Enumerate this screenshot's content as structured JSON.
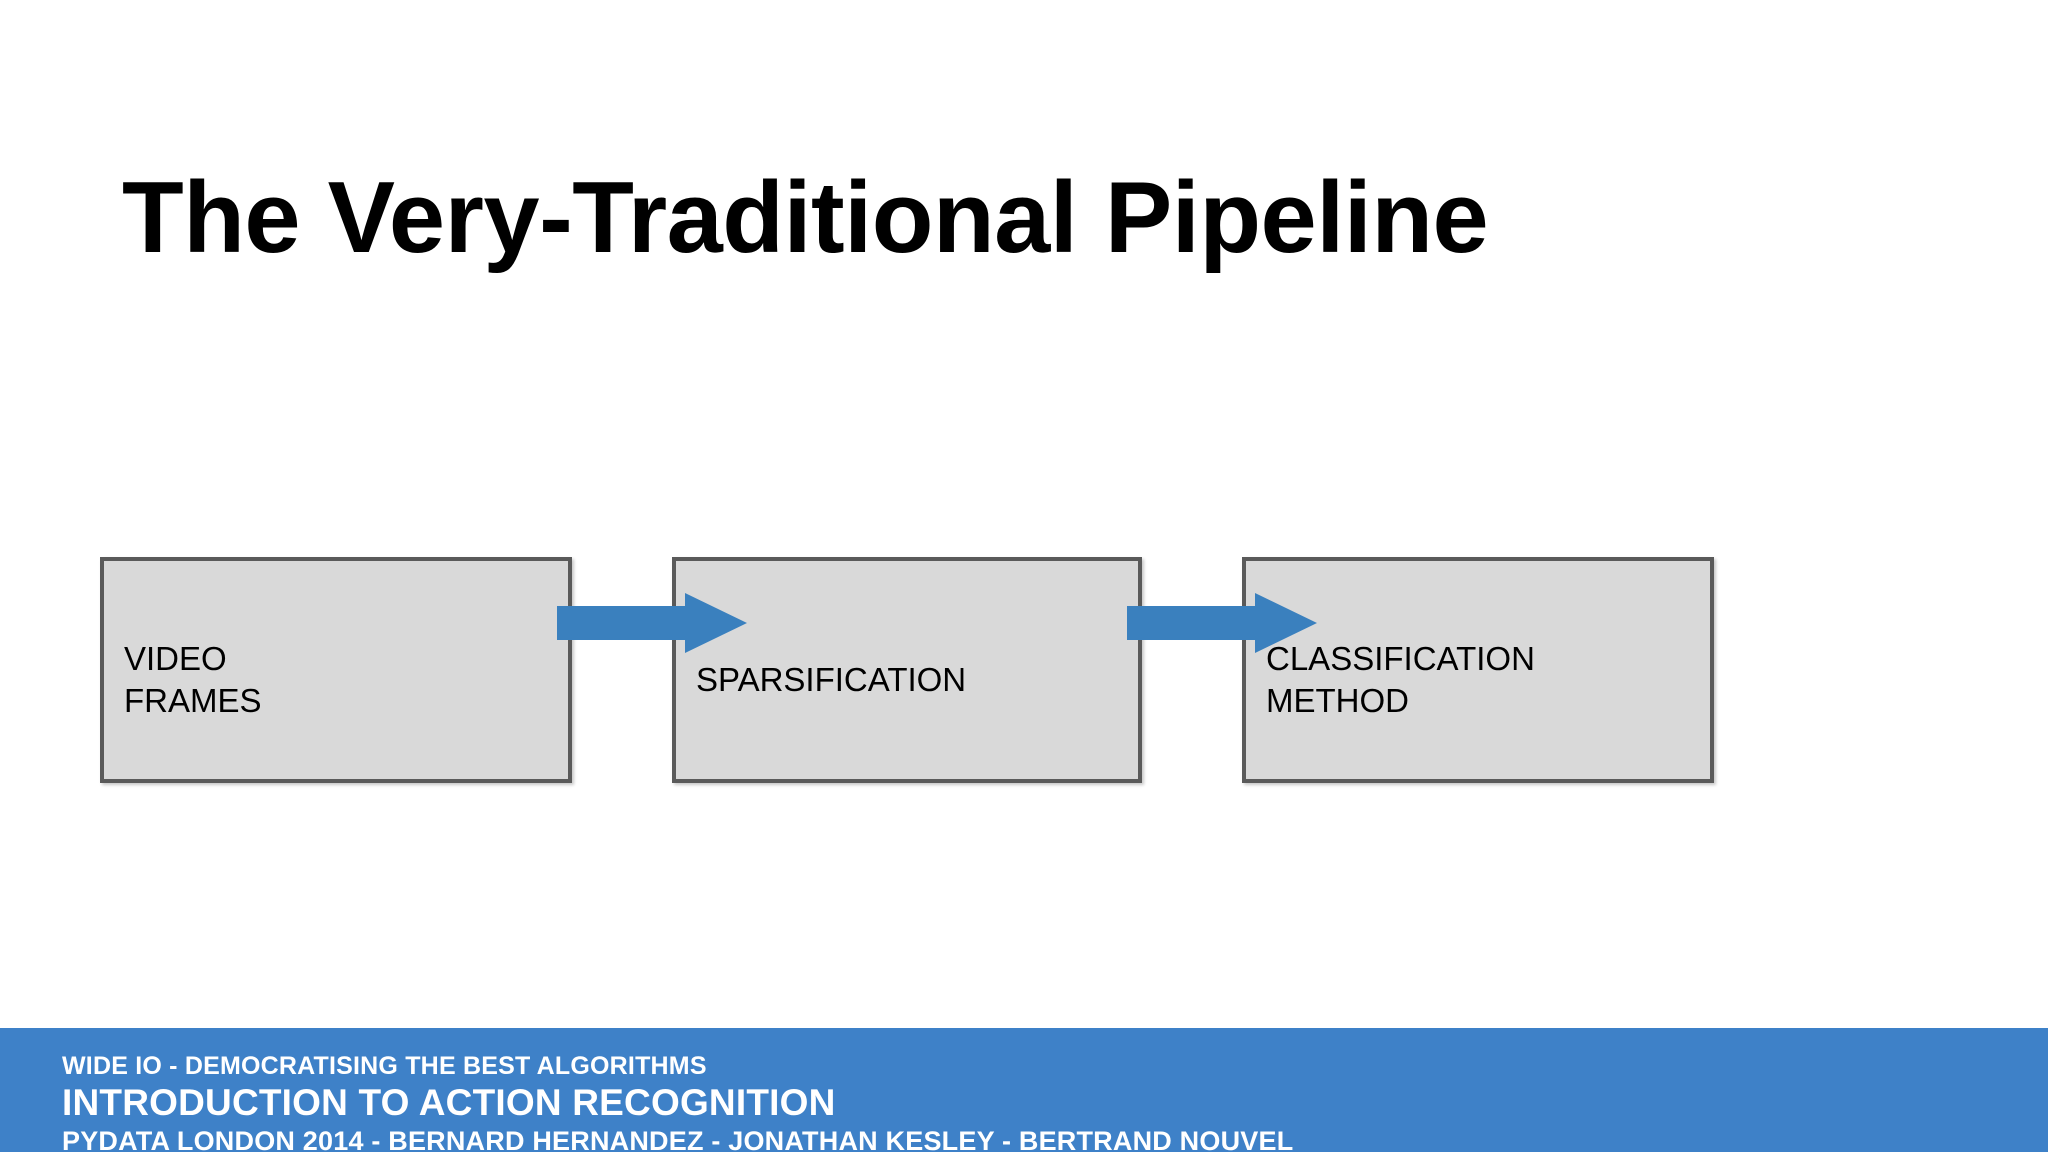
{
  "slide": {
    "title": "The Very-Traditional Pipeline",
    "background_color": "#FFFFFF"
  },
  "diagram": {
    "type": "flow-pipeline",
    "direction": "left-to-right",
    "box_fill_color": "#D9D9D9",
    "box_border_color": "#5A5A5A",
    "arrow_color": "#3A80BE",
    "boxes": [
      {
        "label": "VIDEO\nFRAMES"
      },
      {
        "label": "SPARSIFICATION"
      },
      {
        "label": "CLASSIFICATION\nMETHOD"
      }
    ],
    "arrows": [
      {
        "from": "VIDEO FRAMES",
        "to": "SPARSIFICATION"
      },
      {
        "from": "SPARSIFICATION",
        "to": "CLASSIFICATION METHOD"
      }
    ]
  },
  "footer": {
    "background_color": "#3E81C8",
    "text_color": "#FFFFFF",
    "tagline": "WIDE IO - DEMOCRATISING THE BEST ALGORITHMS",
    "heading": "INTRODUCTION TO ACTION RECOGNITION",
    "credits": "PYDATA LONDON 2014   -  BERNARD HERNANDEZ - JONATHAN KESLEY - BERTRAND NOUVEL"
  }
}
